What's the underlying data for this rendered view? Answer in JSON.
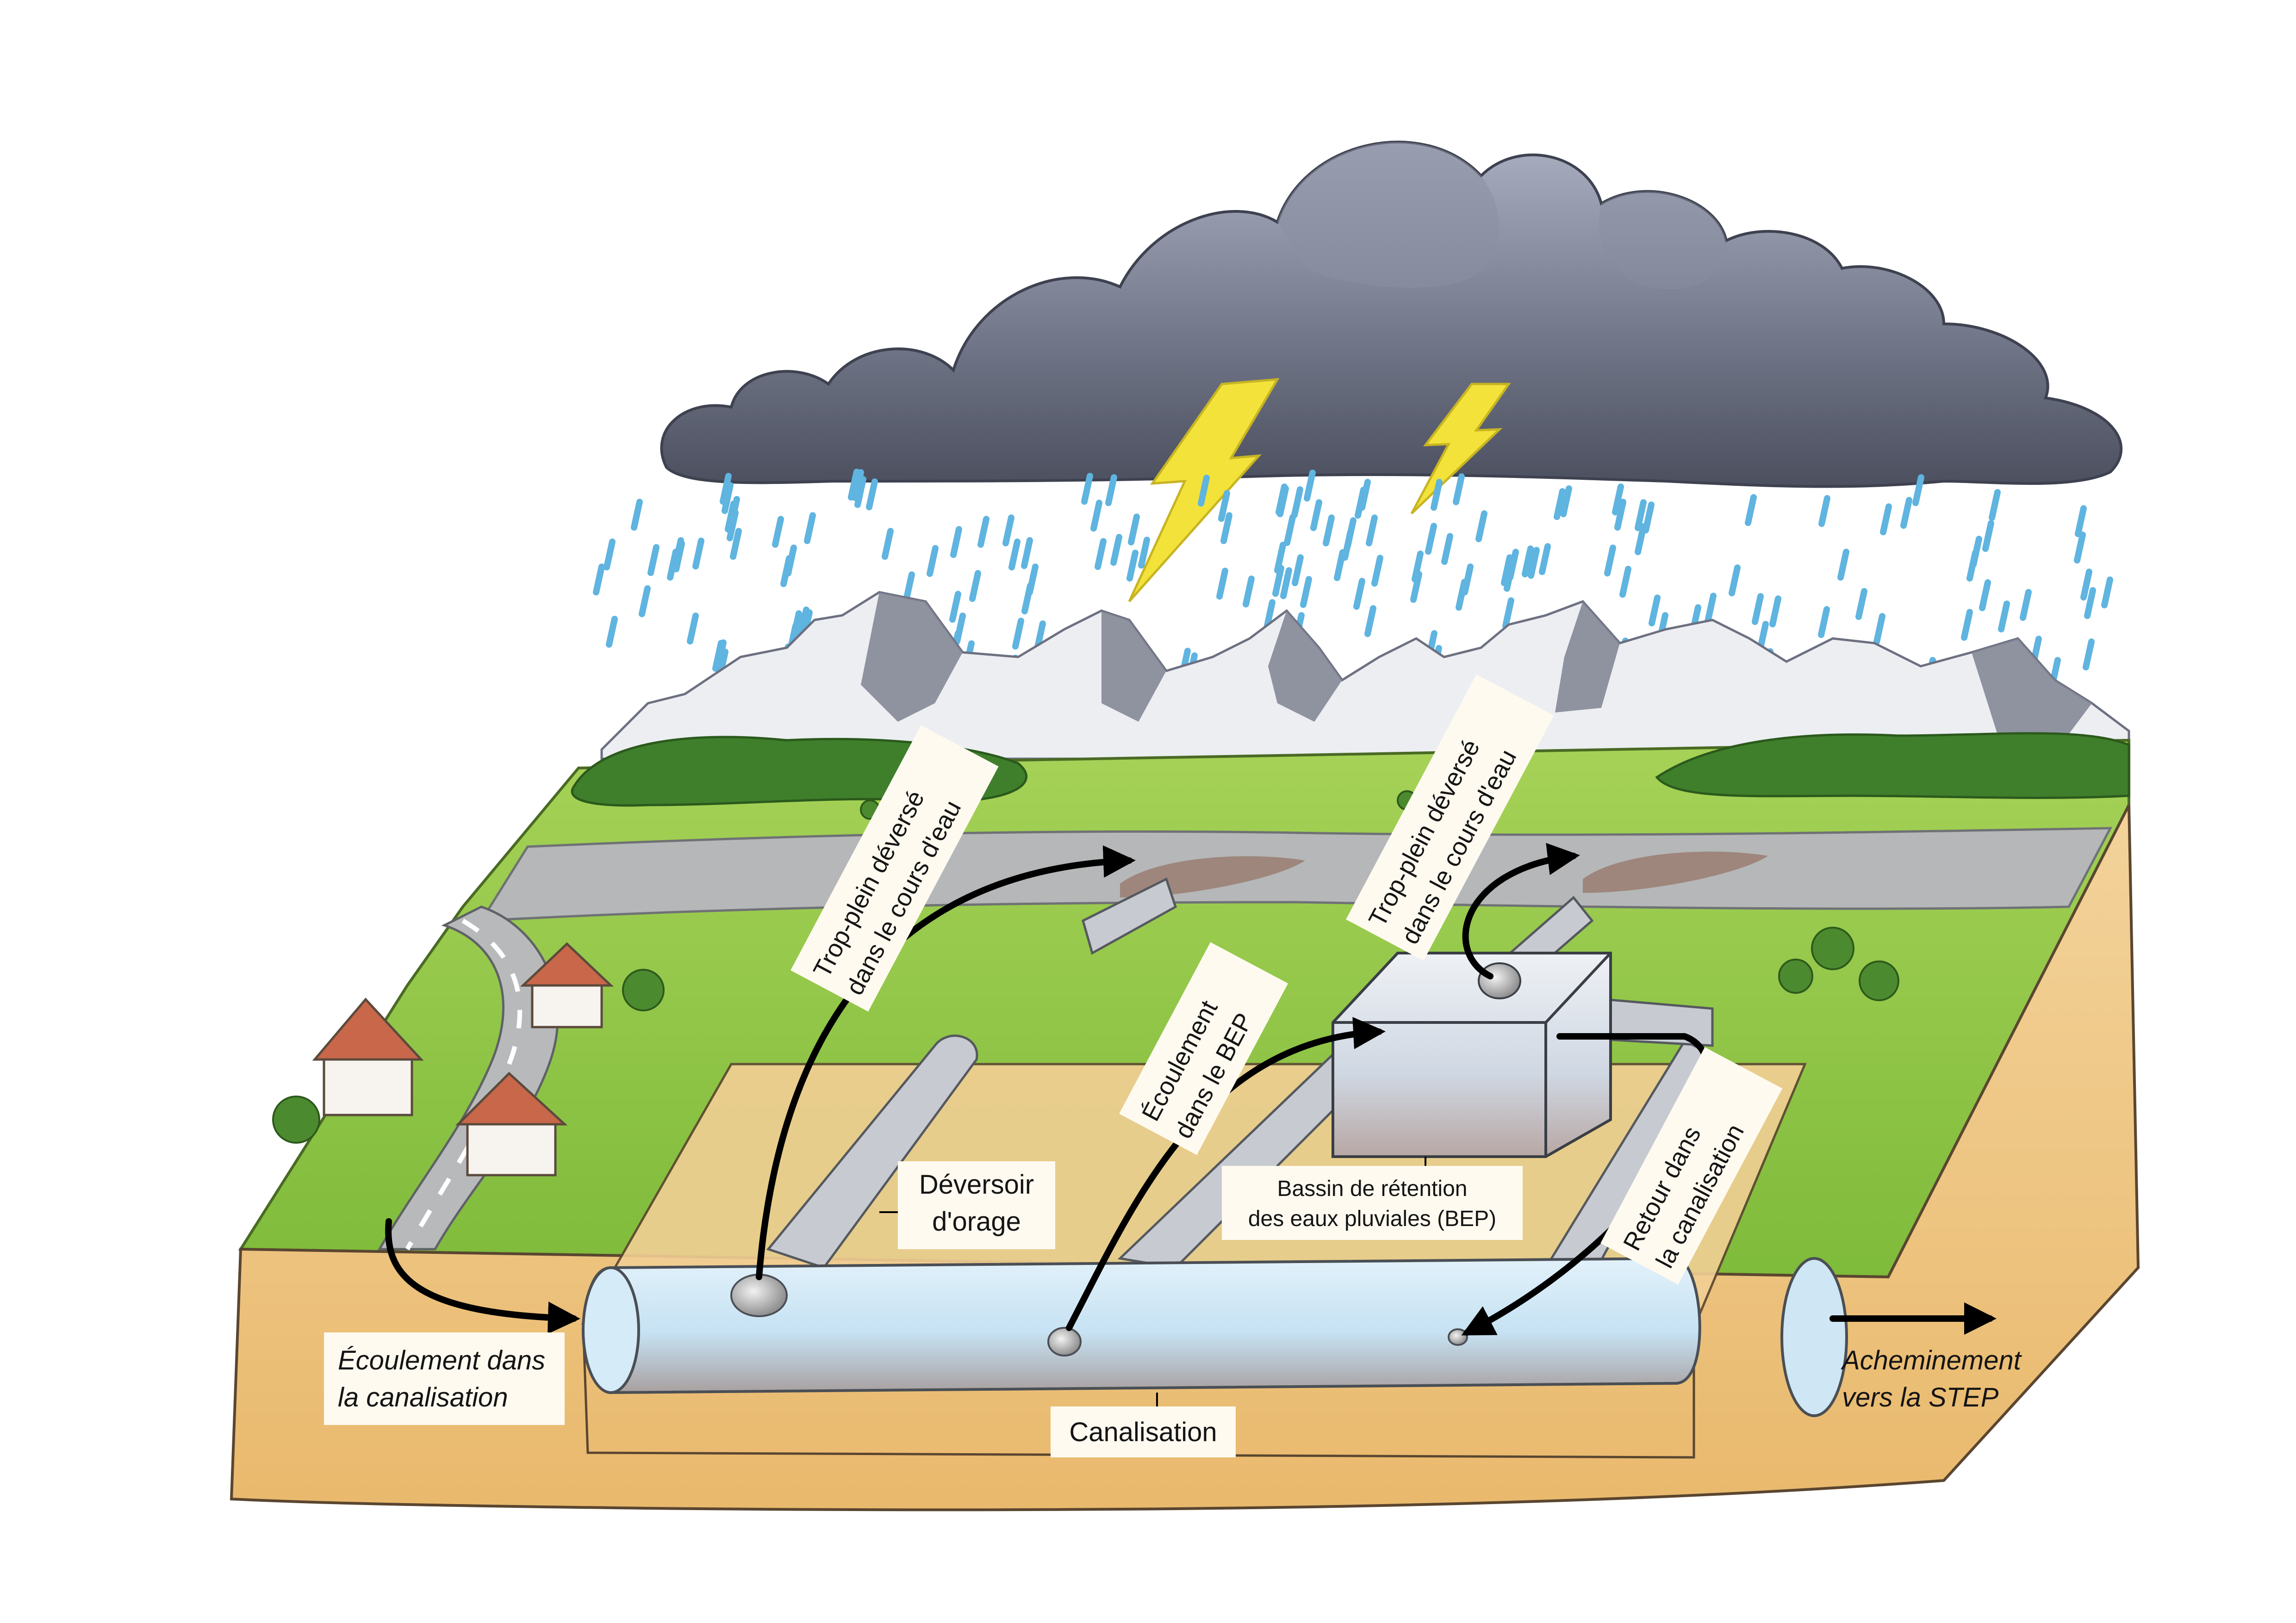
{
  "labels": {
    "ecoulement_canalisation": [
      "Écoulement dans",
      "la canalisation"
    ],
    "canalisation": "Canalisation",
    "deversoir": [
      "Déversoir",
      "d'orage"
    ],
    "bassin": [
      "Bassin de rétention",
      "des eaux pluviales (BEP)"
    ],
    "trop_plein_left": [
      "Trop-plein déversé",
      "dans le cours d'eau"
    ],
    "trop_plein_right": [
      "Trop-plein déversé",
      "dans le cours d'eau"
    ],
    "ecoulement_bep": [
      "Écoulement",
      "dans le BEP"
    ],
    "retour": [
      "Retour dans",
      "la canalisation"
    ],
    "acheminement": [
      "Acheminement",
      "vers la STEP"
    ]
  },
  "colors": {
    "sky_cloud_dark": "#5d6272",
    "cloud_light": "#9ea3b5",
    "rain": "#5fb4e0",
    "lightning": "#f2e23a",
    "mountain": "#8b8f9c",
    "snow": "#eef0f4",
    "grass": "#8cc443",
    "forest": "#3f7f2c",
    "river": "#b5b5b5",
    "soil": "#f0c98a",
    "soil_dark": "#e2ad5e",
    "pipe": "#c9e3f2",
    "basin": "#dfe4ea",
    "arrow": "#000000"
  }
}
